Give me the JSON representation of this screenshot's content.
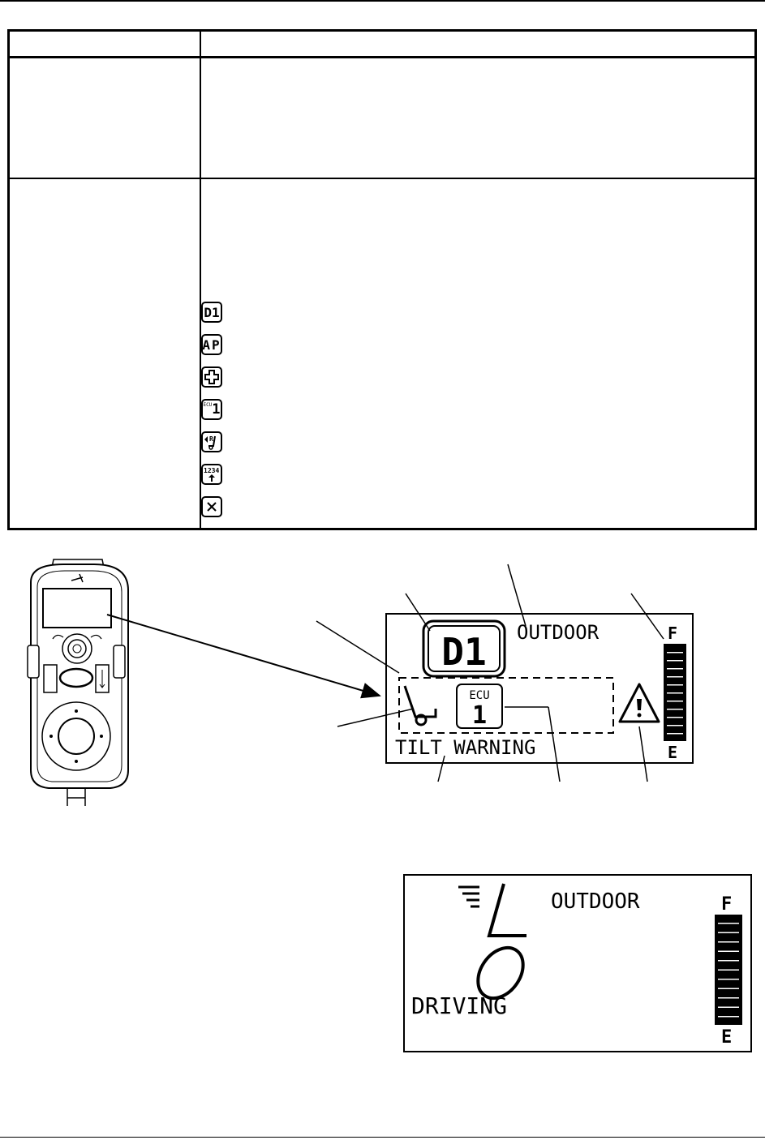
{
  "table": {
    "icons": [
      {
        "name": "drive-mode-icon",
        "label": "D1"
      },
      {
        "name": "attendant-icon",
        "label": "AP"
      },
      {
        "name": "cross-icon",
        "label": "✚"
      },
      {
        "name": "ecu-icon",
        "small": "ECU",
        "big": "1"
      },
      {
        "name": "reverse-seat-icon",
        "label": "R"
      },
      {
        "name": "sequence-icon",
        "label": "1234"
      },
      {
        "name": "close-icon",
        "label": "✕"
      }
    ]
  },
  "display1": {
    "mode": "D1",
    "profile": "OUTDOOR",
    "fuel_full": "F",
    "fuel_empty": "E",
    "ecu_small": "ECU",
    "ecu_big": "1",
    "status": "TILT WARNING",
    "battery_level_segments": 11
  },
  "display2": {
    "profile": "OUTDOOR",
    "status": "DRIVING",
    "fuel_full": "F",
    "fuel_empty": "E",
    "battery_level_segments": 11
  }
}
